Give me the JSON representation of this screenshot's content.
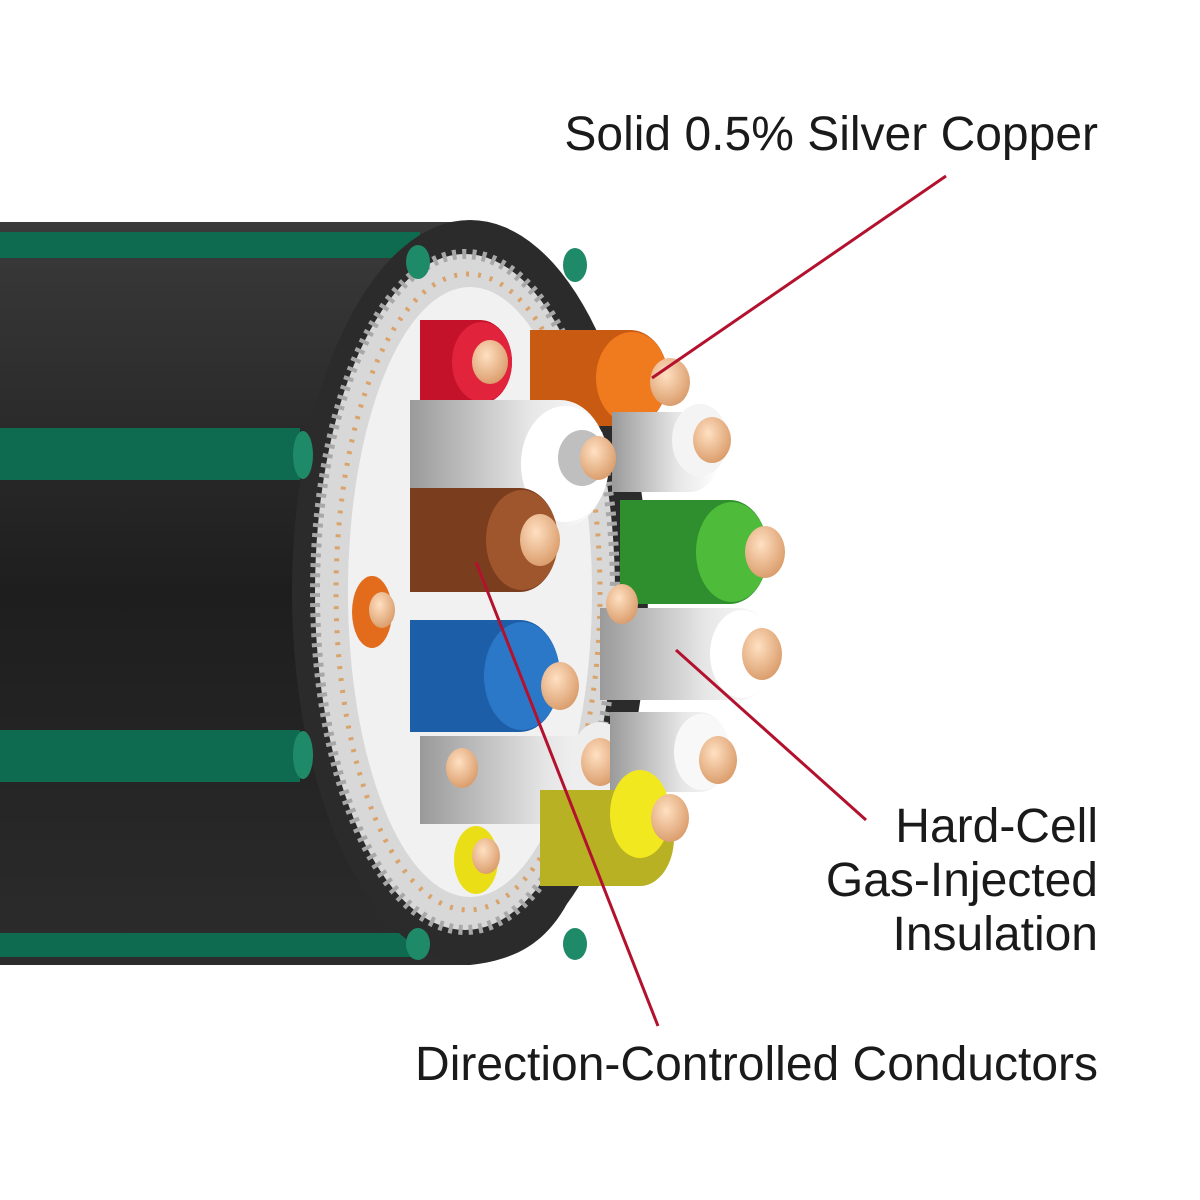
{
  "callouts": {
    "silver_copper": "Solid 0.5% Silver Copper",
    "insulation": [
      "Hard-Cell",
      "Gas-Injected",
      "Insulation"
    ],
    "conductors": "Direction-Controlled Conductors"
  },
  "colors": {
    "leader_line": "#b3122e",
    "jacket": "#262626",
    "stripe": "#0f6b4f",
    "copper": "#e8b58a",
    "shield": "#c9c9c9"
  },
  "conductor_insulation_colors": [
    "red",
    "orange",
    "silver",
    "brown",
    "green",
    "blue",
    "yellow",
    "grey",
    "white"
  ]
}
